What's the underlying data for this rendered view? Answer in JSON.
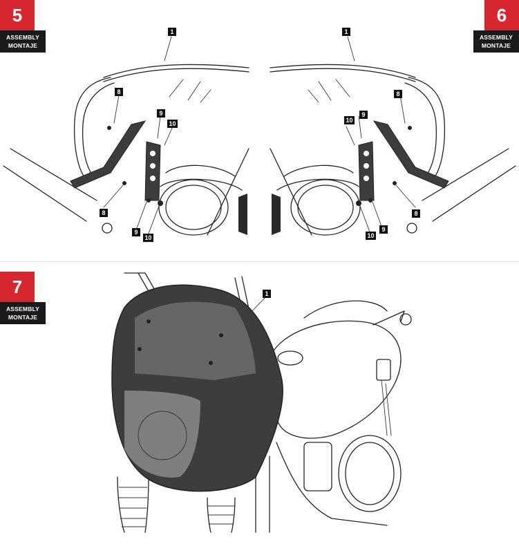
{
  "steps": [
    {
      "number": "5",
      "label_line1": "ASSEMBLY",
      "label_line2": "MONTAJE"
    },
    {
      "number": "6",
      "label_line1": "ASSEMBLY",
      "label_line2": "MONTAJE"
    },
    {
      "number": "7",
      "label_line1": "ASSEMBLY",
      "label_line2": "MONTAJE"
    }
  ],
  "callouts": {
    "s5": [
      "1",
      "8",
      "9",
      "10",
      "8",
      "9",
      "10"
    ],
    "s6": [
      "1",
      "8",
      "9",
      "10",
      "8",
      "9",
      "10"
    ],
    "s7": [
      "1"
    ]
  },
  "colors": {
    "step_red": "#d7262e",
    "label_black": "#1a1a1a",
    "part_dark": "#3d3d3d"
  }
}
